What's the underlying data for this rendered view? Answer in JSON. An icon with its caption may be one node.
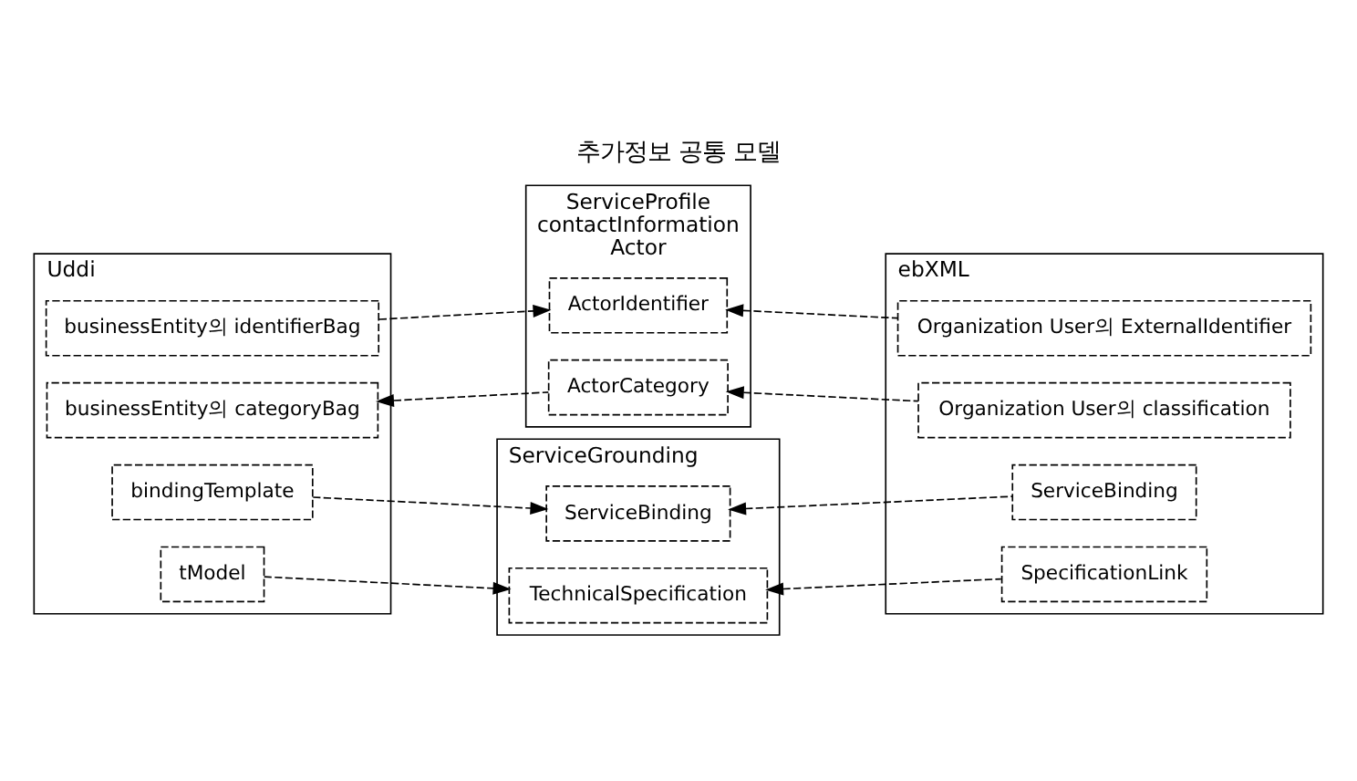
{
  "diagram": {
    "title": "추가정보 공통 모델",
    "nodes": [
      {
        "text": [
          "Uddi"
        ]
      },
      {
        "text": [
          "businessEntity의 identifierBag"
        ],
        "in": 0
      },
      {
        "text": [
          "businessEntity의 categoryBag"
        ],
        "in": 0
      },
      {
        "text": [
          "bindingTemplate"
        ],
        "in": 0
      },
      {
        "text": [
          "tModel"
        ],
        "in": 0
      },
      {
        "text": [
          "ServiceProfile",
          "contactInformation",
          "Actor"
        ]
      },
      {
        "text": [
          "ActorIdentifier"
        ],
        "in": 5
      },
      {
        "text": [
          "ActorCategory"
        ],
        "in": 5
      },
      {
        "text": [
          "ServiceGrounding"
        ]
      },
      {
        "text": [
          "ServiceBinding"
        ],
        "in": 8
      },
      {
        "text": [
          "TechnicalSpecification"
        ],
        "in": 8
      },
      {
        "text": [
          "ebXML"
        ]
      },
      {
        "text": [
          "Organization User의 ExternalIdentifier"
        ],
        "in": 11
      },
      {
        "text": [
          "Organization User의 classification"
        ],
        "in": 11
      },
      {
        "text": [
          "ServiceBinding"
        ],
        "in": 11
      },
      {
        "text": [
          "SpecificationLink"
        ],
        "in": 11
      }
    ],
    "edges": [
      {
        "from": 1,
        "to": 6,
        "arrow": "to",
        "style": "dashed"
      },
      {
        "from": 12,
        "to": 6,
        "arrow": "to",
        "style": "dashed"
      },
      {
        "from": 7,
        "to": 2,
        "arrow": "to",
        "style": "dashed"
      },
      {
        "from": 13,
        "to": 7,
        "arrow": "to",
        "style": "dashed"
      },
      {
        "from": 3,
        "to": 9,
        "arrow": "to",
        "style": "dashed"
      },
      {
        "from": 14,
        "to": 9,
        "arrow": "to",
        "style": "dashed"
      },
      {
        "from": 4,
        "to": 10,
        "arrow": "to",
        "style": "dashed"
      },
      {
        "from": 15,
        "to": 10,
        "arrow": "to",
        "style": "dashed"
      }
    ]
  }
}
